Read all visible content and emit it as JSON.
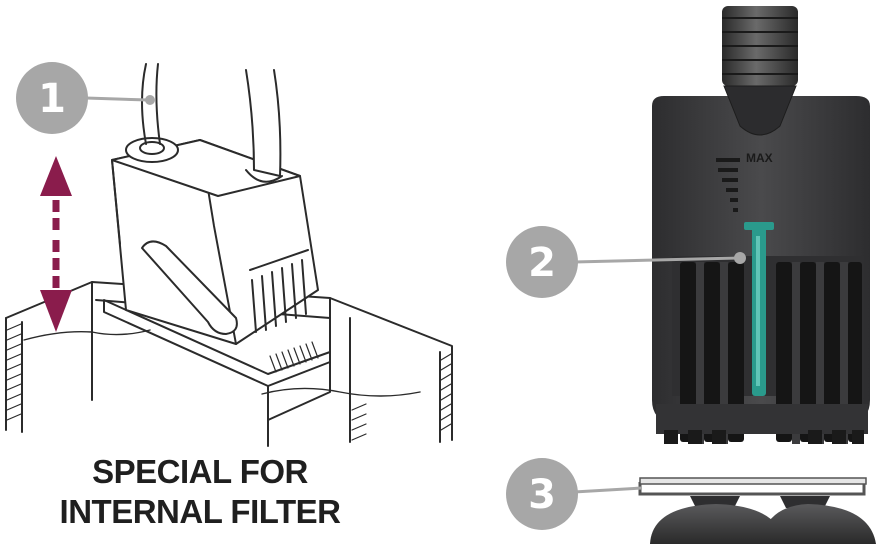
{
  "callouts": [
    {
      "number": "1"
    },
    {
      "number": "2"
    },
    {
      "number": "3"
    }
  ],
  "pump_label": "MAX",
  "caption": {
    "line1": "SPECIAL FOR",
    "line2": "INTERNAL FILTER"
  },
  "colors": {
    "badge": "#a7a7a7",
    "arrow": "#8a1c4c",
    "pump_body": "#3e3e40",
    "level_indicator": "#2a9a8c",
    "line_art": "#2b2b2b"
  },
  "icons": [
    "double-arrow-icon",
    "pump-illustration",
    "filter-compartment",
    "suction-cup-icon"
  ]
}
